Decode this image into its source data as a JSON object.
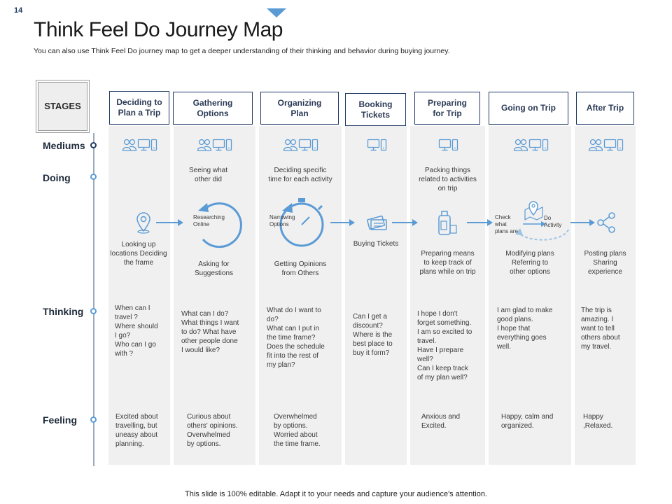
{
  "slide_number": "14",
  "title": "Think Feel Do Journey Map",
  "subtitle": "You can also use Think Feel Do journey map to get a deeper understanding of their thinking and behavior during buying journey.",
  "stages_label": "STAGES",
  "stages": [
    "Deciding to\nPlan a Trip",
    "Gathering\nOptions",
    "Organizing\nPlan",
    "Booking\nTickets",
    "Preparing\nfor Trip",
    "Going on Trip",
    "After Trip"
  ],
  "rows": {
    "mediums": "Mediums",
    "doing": "Doing",
    "thinking": "Thinking",
    "feeling": "Feeling"
  },
  "doing_top": [
    "",
    "Seeing what\nother did",
    "Deciding specific\ntime for each activity",
    "",
    "Packing things\nrelated to activities\non trip",
    "",
    ""
  ],
  "doing_bottom": [
    "Looking up\nlocations Deciding\nthe frame",
    "Asking for\nSuggestions",
    "Getting Opinions\nfrom Others",
    "Buying Tickets",
    "Preparing means\nto keep track of\nplans while on trip",
    "Modifying plans\nReferring to\nother options",
    "Posting plans\nSharing\nexperience"
  ],
  "flow_labels": {
    "researching": "Researching\nOnline",
    "narrowing": "Narrowing\nOptions",
    "check": "Check\nwhat\nplans are",
    "do": "Do\nActivity"
  },
  "thinking": [
    "When can I\ntravel ?\nWhere should\nI go?\nWho can I go\nwith ?",
    "What can I do?\nWhat things I want\nto do? What have\nother people done\nI would like?",
    "What do I want to\ndo?\nWhat can I put in\nthe time frame?\nDoes the schedule\nfit into the rest of\nmy plan?",
    "Can I get a\ndiscount?\nWhere is the\nbest place to\nbuy it form?",
    "I hope I don't\nforget something.\nI am so excited to\ntravel.\nHave I prepare\nwell?\nCan I keep track\nof my plan well?",
    "I am glad to make\ngood plans.\nI hope that\neverything goes\nwell.",
    "The trip is\namazing. I\nwant to tell\nothers about\nmy travel."
  ],
  "feeling": [
    "Excited about\ntravelling, but\nuneasy about\nplanning.",
    "Curious about\nothers' opinions.\nOverwhelmed\nby options.",
    "Overwhelmed\nby options.\nWorried about\nthe time frame.",
    "",
    "Anxious and\nExcited.",
    "Happy, calm and\norganized.",
    "Happy\n,Relaxed."
  ],
  "icons": {
    "mediums": [
      "people-icon",
      "computer-icon",
      "mobile-icon"
    ],
    "doing": [
      "location-pin-icon",
      "cycle-arrow-icon",
      "stopwatch-icon",
      "ticket-icon",
      "luggage-icon",
      "map-pin-icon",
      "share-icon"
    ]
  },
  "colors": {
    "accent": "#5b9bd5",
    "navy": "#1f3864",
    "column_bg": "#f0f0f0"
  },
  "footer": "This slide is 100% editable. Adapt it to your needs and capture your audience's attention."
}
